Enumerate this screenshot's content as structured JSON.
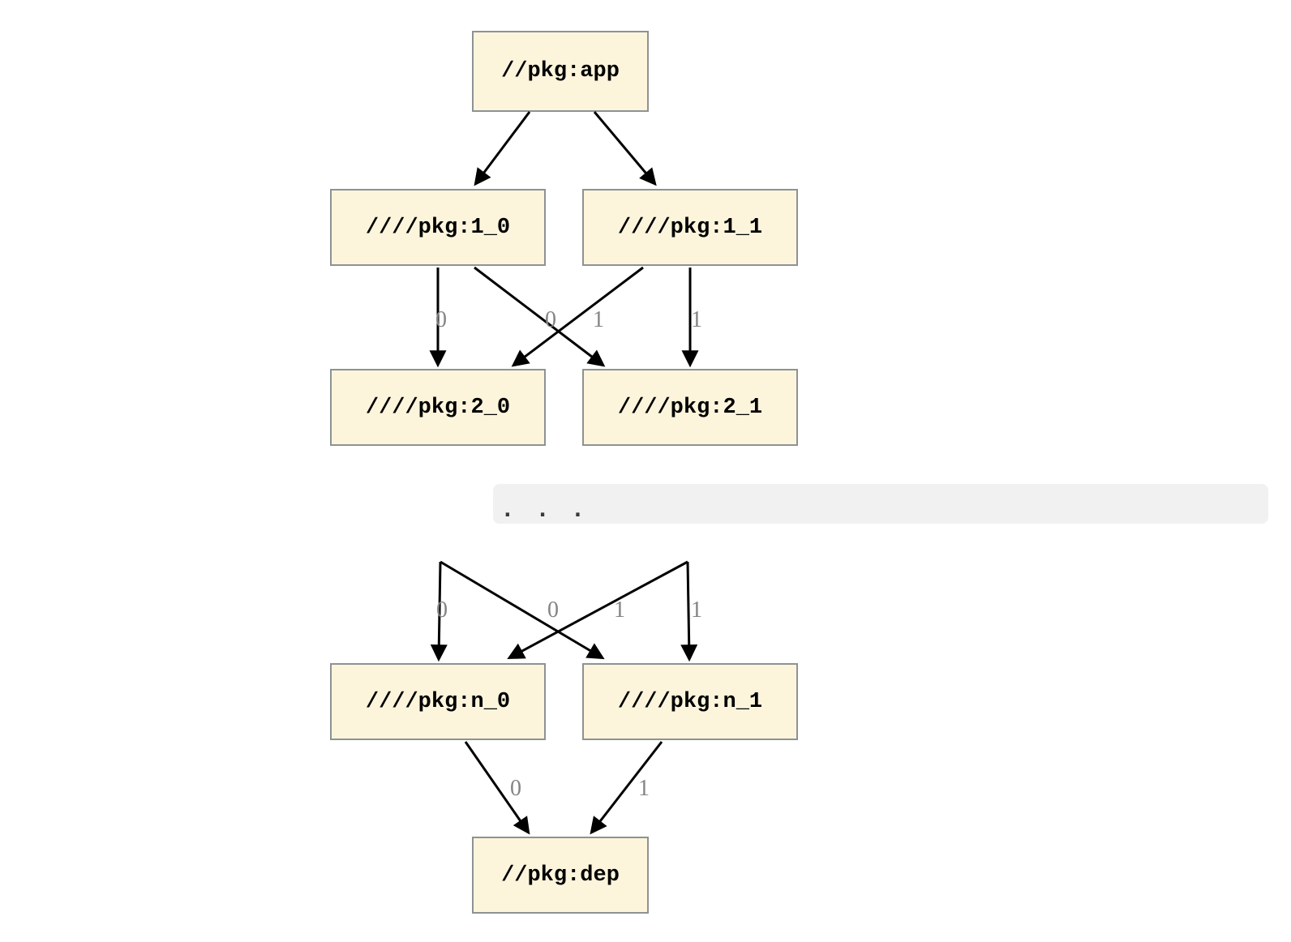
{
  "colors": {
    "node_fill": "#fcf5dc",
    "node_border": "#8d9293",
    "edge": "#000000",
    "edge_label": "#848484",
    "ellipsis_bar_bg": "#f1f1f1",
    "ellipsis_text": "#3a3a3a"
  },
  "nodes": {
    "app": {
      "label": "//pkg:app"
    },
    "l1_0": {
      "label": "////pkg:1_0"
    },
    "l1_1": {
      "label": "////pkg:1_1"
    },
    "l2_0": {
      "label": "////pkg:2_0"
    },
    "l2_1": {
      "label": "////pkg:2_1"
    },
    "ln_0": {
      "label": "////pkg:n_0"
    },
    "ln_1": {
      "label": "////pkg:n_1"
    },
    "dep": {
      "label": "//pkg:dep"
    }
  },
  "ellipsis": {
    "label": ". . ."
  },
  "edges": {
    "app_to_1_0": {
      "label": ""
    },
    "app_to_1_1": {
      "label": ""
    },
    "l1_0_to_2_0": {
      "label": "0"
    },
    "l1_1_to_2_0_cross": {
      "label": "0"
    },
    "l1_0_to_2_1_cross": {
      "label": "1"
    },
    "l1_1_to_2_1": {
      "label": "1"
    },
    "prev_to_n_0": {
      "label": "0"
    },
    "prev_to_n_0_cross": {
      "label": "0"
    },
    "prev_to_n_1_cross": {
      "label": "1"
    },
    "prev_to_n_1": {
      "label": "1"
    },
    "n_0_to_dep": {
      "label": "0"
    },
    "n_1_to_dep": {
      "label": "1"
    }
  }
}
